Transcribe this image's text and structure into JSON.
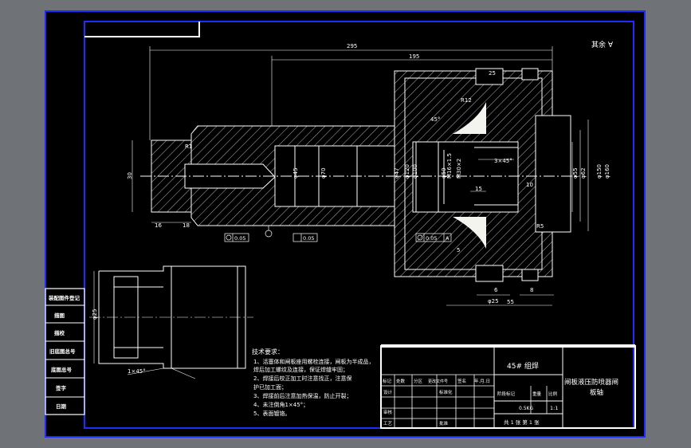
{
  "colors": {
    "background": "#6f7377",
    "sheet": "#000000",
    "border": "#1e2cff",
    "lines": "#ffffff",
    "title_block_fill": "#ffffff"
  },
  "drawing": {
    "roughness_note": "其余 ∀",
    "dimensions": {
      "d295": "295",
      "d195": "195",
      "d55": "55",
      "d10": "10",
      "d15": "15",
      "d5": "5",
      "d16": "16",
      "d30": "30",
      "d18": "18",
      "d25": "25",
      "chamfer_3x45": "3×45°",
      "chamfer_1x45": "1×45°",
      "dia45": "φ45",
      "dia55": "φ55",
      "dia50": "φ50",
      "dia47": "φ47",
      "dia25": "φ25",
      "dia70": "φ70",
      "dia62": "φ62",
      "dia100": "φ100",
      "dia120": "φ120",
      "dia150": "φ150",
      "dia160": "φ160",
      "r12": "R12",
      "r5": "R5",
      "r1": "R1",
      "ang45": "45°",
      "thread1": "M16×1.5",
      "thread2": "M30×2",
      "tol_circ1": "0.05",
      "tol_flat": "0.05",
      "tol_circ2": "0.05",
      "datum_a": "A",
      "d6": "6",
      "d8": "8"
    },
    "notes": {
      "title": "技术要求：",
      "lines": [
        "1、活塞体和闸板座用螺栓连接，闸板为半成品，",
        "焊后加工螺纹及连接，保证焊缝牢固；",
        "2、焊接后校正加工时注意找正，注意保",
        "护已加工面；",
        "3、焊接前后注意加热保温，防止开裂；",
        "4、未注倒角1×45°；",
        "5、表面镀铬。"
      ]
    },
    "side_table": [
      "装配图件登记",
      "描图",
      "描校",
      "旧底图总号",
      "底图总号",
      "签字",
      "日期"
    ],
    "title_block": {
      "material": "45# 组焊",
      "part_name_line1": "闸板液压防喷器闸",
      "part_name_line2": "板轴",
      "row_headers": [
        "标记",
        "处数",
        "分区",
        "更改文件号",
        "签名",
        "年.月.日"
      ],
      "design": "设计",
      "standardize": "标准化",
      "stage_mark": "阶段标记",
      "weight": "重量",
      "scale": "比例",
      "weight_value": "0.5KG",
      "scale_value": "1:1",
      "review": "审核",
      "craft": "工艺",
      "approve": "批准",
      "sheets": "共 1 张   第 1 张"
    }
  }
}
